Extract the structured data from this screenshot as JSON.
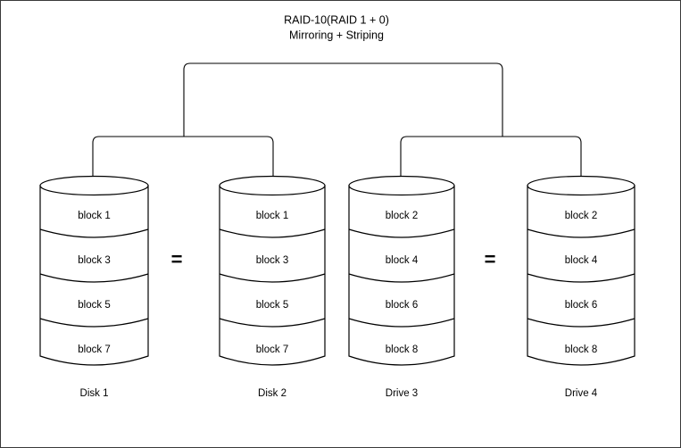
{
  "diagram": {
    "title_line1": "RAID-10(RAID 1 + 0)",
    "title_line2": "Mirroring + Striping",
    "stroke_color": "#000000",
    "background_color": "#ffffff",
    "border_color": "#3a3a3a",
    "equals_symbol_1": "=",
    "equals_symbol_2": "=",
    "disks": [
      {
        "label": "Disk 1",
        "blocks": [
          "block 1",
          "block 3",
          "block 5",
          "block 7"
        ]
      },
      {
        "label": "Disk 2",
        "blocks": [
          "block 1",
          "block 3",
          "block 5",
          "block 7"
        ]
      },
      {
        "label": "Drive 3",
        "blocks": [
          "block 2",
          "block 4",
          "block 6",
          "block 8"
        ]
      },
      {
        "label": "Drive 4",
        "blocks": [
          "block 2",
          "block 4",
          "block 6",
          "block 8"
        ]
      }
    ]
  }
}
